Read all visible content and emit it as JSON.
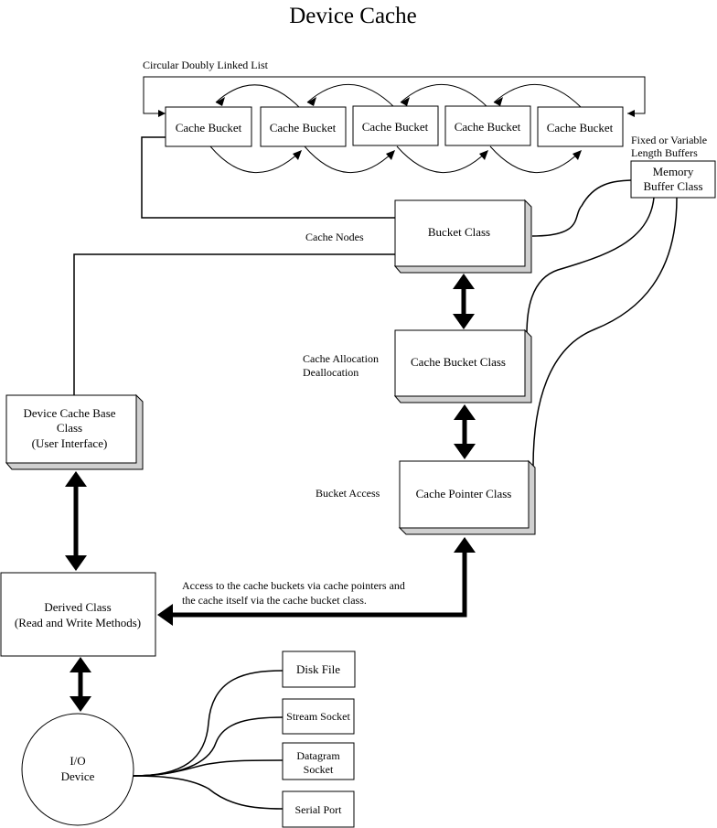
{
  "title": "Device Cache",
  "list_label": "Circular Doubly Linked List",
  "buckets": [
    "Cache Bucket",
    "Cache Bucket",
    "Cache Bucket",
    "Cache Bucket",
    "Cache Bucket"
  ],
  "buffers_label": [
    "Fixed or Variable",
    "Length Buffers"
  ],
  "memory_buffer": [
    "Memory",
    "Buffer Class"
  ],
  "bucket_class": "Bucket Class",
  "cache_nodes": "Cache Nodes",
  "cache_bucket_class": "Cache Bucket Class",
  "alloc_label": [
    "Cache Allocation",
    "Deallocation"
  ],
  "cache_pointer_class": "Cache Pointer Class",
  "bucket_access": "Bucket Access",
  "base_class": [
    "Device Cache Base",
    "Class",
    "(User Interface)"
  ],
  "derived_class": [
    "Derived Class",
    "(Read and Write Methods)"
  ],
  "access_note": [
    "Access to the cache buckets via cache pointers and",
    "the cache itself via the cache bucket class."
  ],
  "io_device": [
    "I/O",
    "Device"
  ],
  "disk_file": "Disk File",
  "stream_socket": "Stream Socket",
  "datagram_socket": [
    "Datagram",
    "Socket"
  ],
  "serial_port": "Serial Port"
}
